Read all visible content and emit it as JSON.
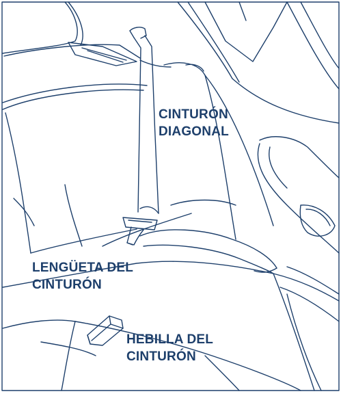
{
  "diagram": {
    "line_color": "#1d3f6b",
    "background_color": "#ffffff",
    "labels": {
      "diagonal_belt": {
        "line1": "CINTURÓN",
        "line2": "DIAGONAL"
      },
      "belt_tongue": {
        "line1": "LENGÜETA DEL",
        "line2": "CINTURÓN"
      },
      "belt_buckle": {
        "line1": "HEBILLA DEL",
        "line2": "CINTURÓN"
      }
    }
  }
}
